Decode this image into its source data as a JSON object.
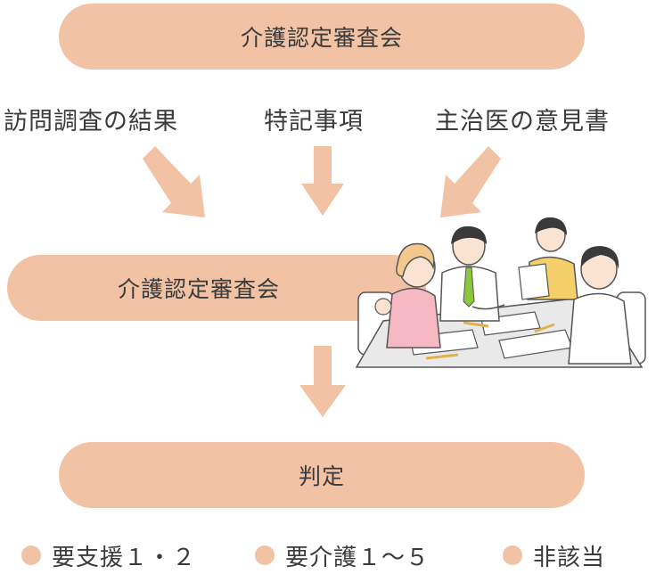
{
  "top": {
    "label": "介護認定審査会"
  },
  "inputs": [
    {
      "label": "訪問調査の結果"
    },
    {
      "label": "特記事項"
    },
    {
      "label": "主治医の意見書"
    }
  ],
  "middle": {
    "label": "介護認定審査会"
  },
  "bottom": {
    "label": "判定"
  },
  "results": [
    {
      "label": "要支援１・２"
    },
    {
      "label": "要介護１～５"
    },
    {
      "label": "非該当"
    }
  ],
  "colors": {
    "pill": "#f2c2a4",
    "arrow": "#f2c2a4",
    "text": "#3a3a3a"
  }
}
